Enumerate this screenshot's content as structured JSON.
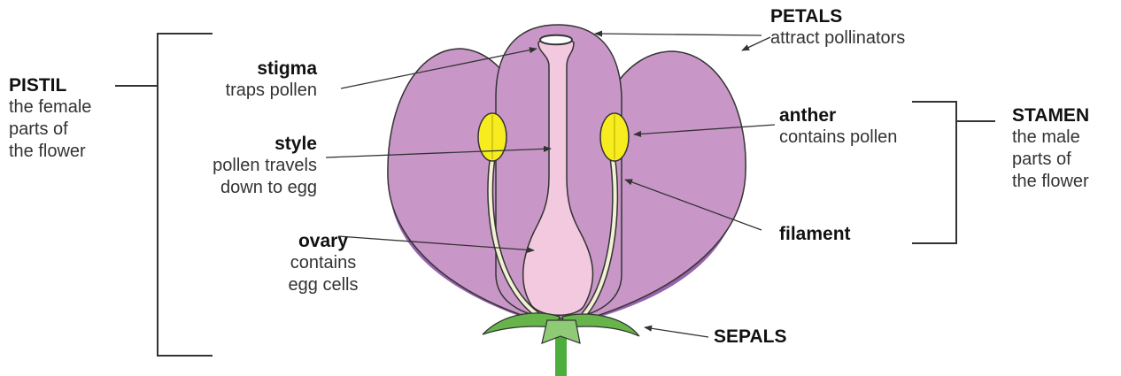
{
  "colors": {
    "petal_light": "#C997C7",
    "petal_dark": "#9663AC",
    "pistil": "#F3C9DF",
    "anther": "#F6EC1E",
    "filament": "#F1F2D3",
    "sepal": "#66B44A",
    "stem": "#4DAE3E",
    "line": "#333333"
  },
  "labels": {
    "petals": {
      "title": "PETALS",
      "desc": "attract pollinators"
    },
    "pistil": {
      "title": "PISTIL",
      "desc1": "the female",
      "desc2": "parts of",
      "desc3": "the flower"
    },
    "stigma": {
      "title": "stigma",
      "desc": "traps pollen"
    },
    "style": {
      "title": "style",
      "desc1": "pollen travels",
      "desc2": "down to egg"
    },
    "ovary": {
      "title": "ovary",
      "desc1": "contains",
      "desc2": "egg cells"
    },
    "anther": {
      "title": "anther",
      "desc": "contains pollen"
    },
    "stamen": {
      "title": "STAMEN",
      "desc1": "the male",
      "desc2": "parts of",
      "desc3": "the flower"
    },
    "filament": {
      "title": "filament"
    },
    "sepals": {
      "title": "SEPALS"
    }
  }
}
